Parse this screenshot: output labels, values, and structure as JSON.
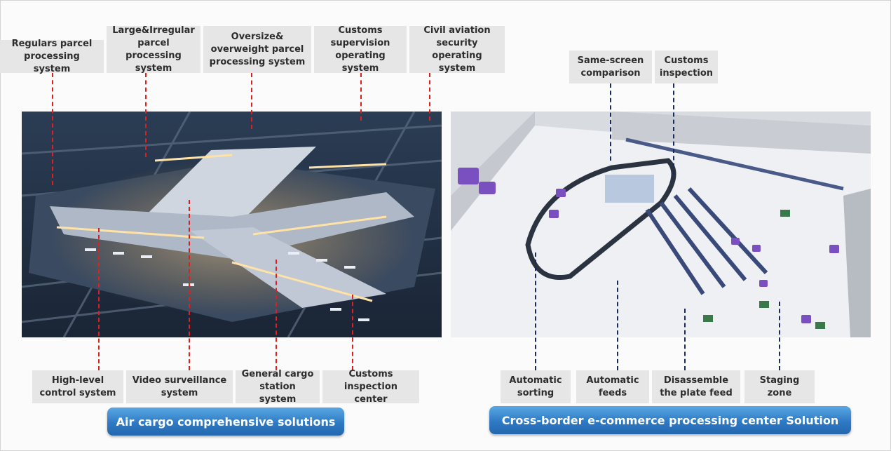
{
  "left": {
    "top_labels": [
      "Regulars parcel\nprocessing system",
      "Large&Irregular\nparcel\nprocessing system",
      "Oversize&\noverweight parcel\nprocessing system",
      "Customs\nsupervision\noperating system",
      "Civil aviation\nsecurity\noperating system"
    ],
    "bottom_labels": [
      "High-level\ncontrol system",
      "Video surveillance\nsystem",
      "General cargo\nstation system",
      "Customs\ninspection center"
    ],
    "banner": "Air cargo comprehensive solutions"
  },
  "right": {
    "top_labels": [
      "Same-screen\ncomparison",
      "Customs\ninspection"
    ],
    "bottom_labels": [
      "Automatic\nsorting",
      "Automatic\nfeeds",
      "Disassemble\nthe plate feed",
      "Staging\nzone"
    ],
    "banner": "Cross-border e-commerce processing center Solution"
  },
  "colors": {
    "label_bg": "#e6e6e6",
    "leader_left": "#e02020",
    "leader_right": "#1a2a5a",
    "banner": "#2e7ac5"
  }
}
